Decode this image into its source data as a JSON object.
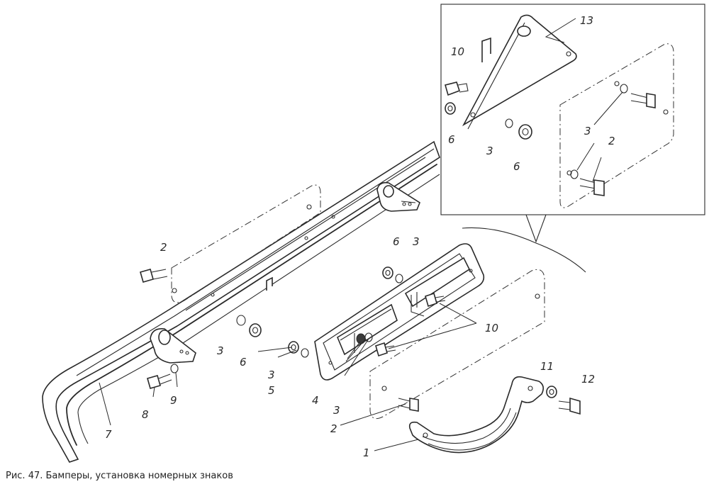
{
  "caption": "Рис. 47. Бамперы, установка номерных знаков",
  "labels": {
    "l1": "1",
    "l2a": "2",
    "l2b": "2",
    "l2c": "2",
    "l3a": "3",
    "l3b": "3",
    "l3c": "3",
    "l3d": "3",
    "l3e": "3",
    "l4": "4",
    "l5": "5",
    "l6a": "6",
    "l6b": "6",
    "l6c": "6",
    "l6d": "6",
    "l7": "7",
    "l8": "8",
    "l9": "9",
    "l10a": "10",
    "l10b": "10",
    "l11": "11",
    "l12": "12",
    "l13": "13"
  }
}
